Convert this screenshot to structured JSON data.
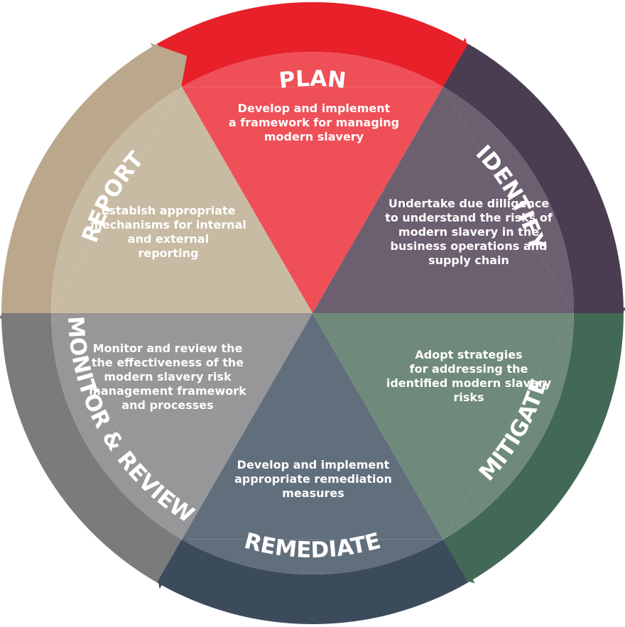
{
  "colors": {
    "plan_ring": "#e8202a",
    "plan_fill": "#ef4f57",
    "identify_ring": "#4a3d52",
    "identify_fill": "#6c5f70",
    "mitigate_ring": "#426955",
    "mitigate_fill": "#6f8a7a",
    "remediate_ring": "#3c4b5c",
    "remediate_fill": "#616f7d",
    "monitor_ring": "#7b7b7d",
    "monitor_fill": "#979799",
    "report_ring": "#bba88c",
    "report_fill": "#c8bba3",
    "text": "#ffffff"
  },
  "stages": {
    "plan": {
      "label": "PLAN",
      "description": [
        "Develop and implement",
        "a framework for managing",
        "modern slavery"
      ]
    },
    "identify": {
      "label": "IDENTIFY",
      "description": [
        "Undertake due dilligence",
        "to understand the risks of",
        "modern slavery in the",
        "business operations and",
        "supply chain"
      ]
    },
    "mitigate": {
      "label": "MITIGATE",
      "description": [
        "Adopt strategies",
        "for addressing the",
        "identified modern slavery",
        "risks"
      ]
    },
    "remediate": {
      "label": "REMEDIATE",
      "description": [
        "Develop and implement",
        "appropriate remediation",
        "measures"
      ]
    },
    "monitor": {
      "label": "MONITOR & REVIEW",
      "description": [
        "Monitor and review the",
        "the effectiveness of the",
        "modern slavery risk",
        "management framework",
        "and processes"
      ]
    },
    "report": {
      "label": "REPORT",
      "description": [
        "Establsh appropriate",
        "mechanisms for internal",
        "and external",
        "reporting"
      ]
    }
  }
}
